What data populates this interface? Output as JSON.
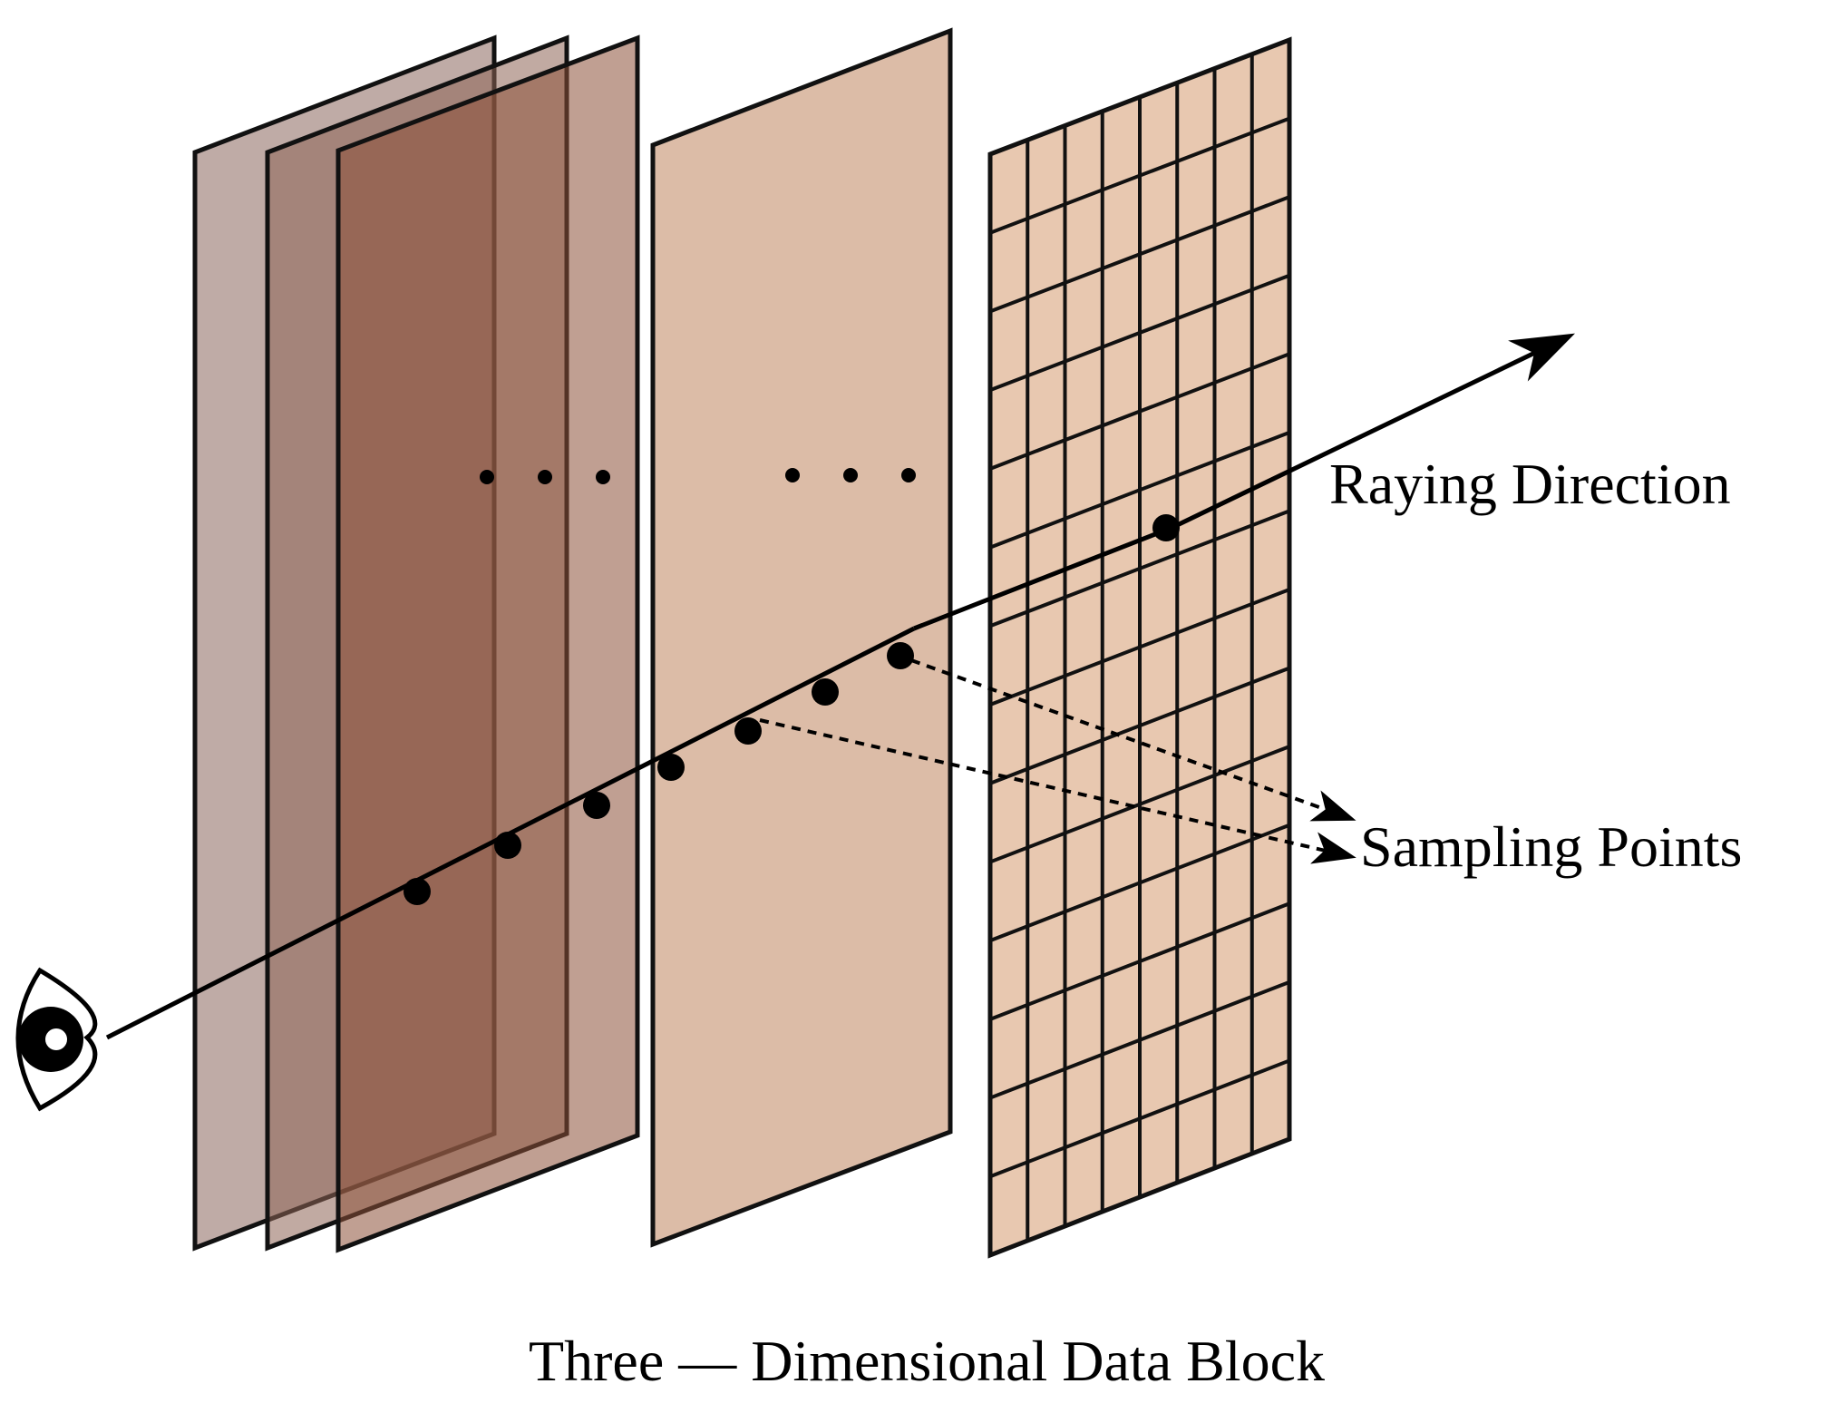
{
  "labels": {
    "raying_direction": "Raying Direction",
    "sampling_points": "Sampling Points",
    "data_block": "Three — Dimensional Data Block"
  },
  "colors": {
    "slice_back": "#bfaba6",
    "slice_mid": "#a07d70",
    "slice_front": "#9d6b55",
    "slice_light": "#dcbca7",
    "slice_grid": "#e8c8b0",
    "line": "#000000"
  },
  "icons": {
    "viewer": "eye-icon"
  }
}
